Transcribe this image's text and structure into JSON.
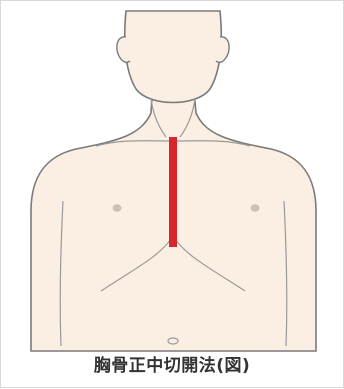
{
  "figure": {
    "caption": "胸骨正中切開法(図)",
    "colors": {
      "skin": "#fbeee2",
      "outline": "#7a7a7a",
      "detail": "#9a9a9a",
      "nipple": "#c9c2b8",
      "incision": "#d8262c",
      "caption_text": "#333333",
      "frame": "#d9d9d9"
    },
    "parts": [
      "head",
      "ears",
      "neck",
      "shoulders",
      "torso",
      "clavicles",
      "nipples",
      "rib-margin",
      "navel",
      "incision-line"
    ]
  }
}
